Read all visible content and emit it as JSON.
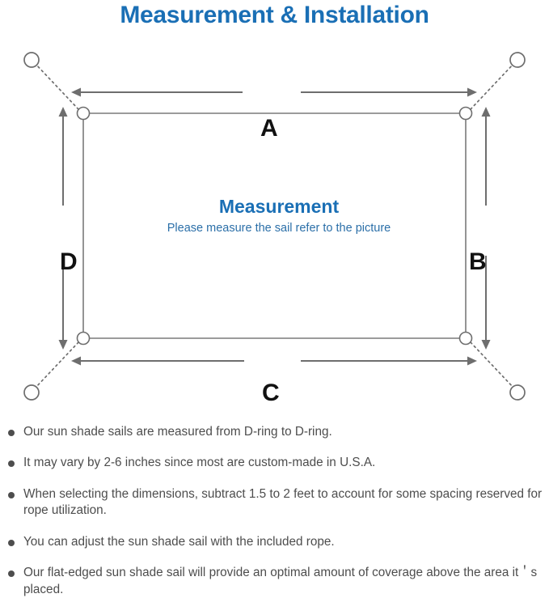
{
  "page": {
    "title": "Measurement & Installation",
    "title_color": "#1a6fb5",
    "background": "#ffffff"
  },
  "diagram": {
    "center": {
      "heading": "Measurement",
      "subheading": "Please measure the sail refer to the picture",
      "heading_color": "#1a6fb5",
      "subheading_color": "#2b6fa8"
    },
    "dimension_labels": [
      {
        "id": "A",
        "text": "A",
        "edge": "top"
      },
      {
        "id": "B",
        "text": "B",
        "edge": "right"
      },
      {
        "id": "C",
        "text": "C",
        "edge": "bottom"
      },
      {
        "id": "D",
        "text": "D",
        "edge": "left"
      }
    ],
    "line_color": "#6e6e6e",
    "sail_border_color": "#7a7a7a",
    "sail_fill": "#ffffff",
    "anchor_ring_label": "anchor-point",
    "d_ring_label": "d-ring"
  },
  "notes": [
    "Our sun shade sails are measured from D-ring to D-ring.",
    "It may vary by 2-6 inches since most are custom-made in U.S.A.",
    "When selecting the dimensions, subtract 1.5 to 2 feet to account for some spacing reserved for rope utilization.",
    "You can adjust the sun shade sail with the included rope.",
    "Our flat-edged sun shade sail will provide an optimal amount of coverage above the area it＇s placed."
  ]
}
